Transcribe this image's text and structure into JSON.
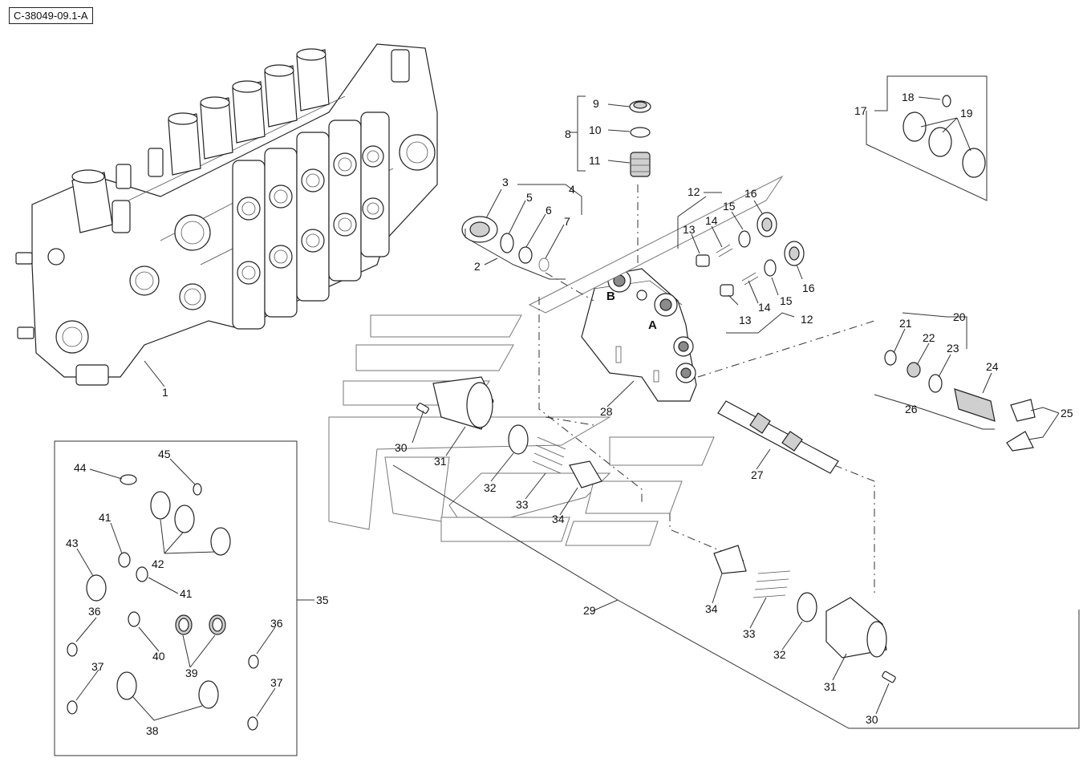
{
  "reference_code": "C-38049-09.1-A",
  "callouts": [
    {
      "id": "c1",
      "text": "1"
    },
    {
      "id": "c2",
      "text": "2"
    },
    {
      "id": "c3",
      "text": "3"
    },
    {
      "id": "c4",
      "text": "4"
    },
    {
      "id": "c5",
      "text": "5"
    },
    {
      "id": "c6",
      "text": "6"
    },
    {
      "id": "c7",
      "text": "7"
    },
    {
      "id": "c8",
      "text": "8"
    },
    {
      "id": "c9",
      "text": "9"
    },
    {
      "id": "c10",
      "text": "10"
    },
    {
      "id": "c11",
      "text": "11"
    },
    {
      "id": "c12a",
      "text": "12"
    },
    {
      "id": "c12b",
      "text": "12"
    },
    {
      "id": "c13a",
      "text": "13"
    },
    {
      "id": "c13b",
      "text": "13"
    },
    {
      "id": "c14a",
      "text": "14"
    },
    {
      "id": "c14b",
      "text": "14"
    },
    {
      "id": "c15a",
      "text": "15"
    },
    {
      "id": "c15b",
      "text": "15"
    },
    {
      "id": "c16a",
      "text": "16"
    },
    {
      "id": "c16b",
      "text": "16"
    },
    {
      "id": "c17",
      "text": "17"
    },
    {
      "id": "c18",
      "text": "18"
    },
    {
      "id": "c19",
      "text": "19"
    },
    {
      "id": "c20",
      "text": "20"
    },
    {
      "id": "c21",
      "text": "21"
    },
    {
      "id": "c22",
      "text": "22"
    },
    {
      "id": "c23",
      "text": "23"
    },
    {
      "id": "c24",
      "text": "24"
    },
    {
      "id": "c25",
      "text": "25"
    },
    {
      "id": "c26",
      "text": "26"
    },
    {
      "id": "c27",
      "text": "27"
    },
    {
      "id": "c28",
      "text": "28"
    },
    {
      "id": "c29",
      "text": "29"
    },
    {
      "id": "c30a",
      "text": "30"
    },
    {
      "id": "c30b",
      "text": "30"
    },
    {
      "id": "c31a",
      "text": "31"
    },
    {
      "id": "c31b",
      "text": "31"
    },
    {
      "id": "c32a",
      "text": "32"
    },
    {
      "id": "c32b",
      "text": "32"
    },
    {
      "id": "c33a",
      "text": "33"
    },
    {
      "id": "c33b",
      "text": "33"
    },
    {
      "id": "c34a",
      "text": "34"
    },
    {
      "id": "c34b",
      "text": "34"
    },
    {
      "id": "c35",
      "text": "35"
    },
    {
      "id": "c36a",
      "text": "36"
    },
    {
      "id": "c36b",
      "text": "36"
    },
    {
      "id": "c37a",
      "text": "37"
    },
    {
      "id": "c37b",
      "text": "37"
    },
    {
      "id": "c38",
      "text": "38"
    },
    {
      "id": "c39",
      "text": "39"
    },
    {
      "id": "c40",
      "text": "40"
    },
    {
      "id": "c41a",
      "text": "41"
    },
    {
      "id": "c41b",
      "text": "41"
    },
    {
      "id": "c42",
      "text": "42"
    },
    {
      "id": "c43",
      "text": "43"
    },
    {
      "id": "c44",
      "text": "44"
    },
    {
      "id": "c45",
      "text": "45"
    }
  ],
  "port_labels": {
    "port_a": "A",
    "port_b": "B"
  }
}
